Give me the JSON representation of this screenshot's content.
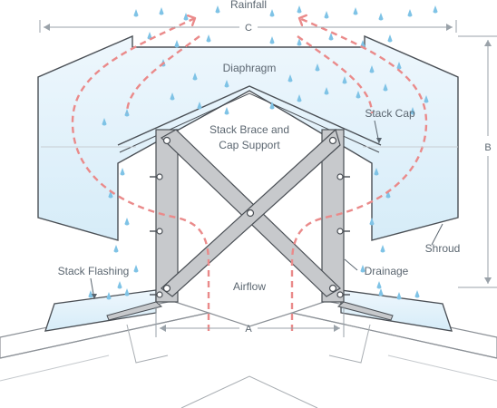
{
  "labels": {
    "rainfall": "Rainfall",
    "dim_c": "C",
    "diaphragm": "Diaphragm",
    "stack_brace_line1": "Stack Brace and",
    "stack_brace_line2": "Cap Support",
    "stack_cap": "Stack Cap",
    "dim_b": "B",
    "shroud": "Shroud",
    "stack_flashing": "Stack Flashing",
    "drainage": "Drainage",
    "airflow": "Airflow",
    "dim_a": "A"
  },
  "colors": {
    "sky_blue": "#dbeef9",
    "raindrop": "#7fc3e6",
    "airflow": "#ea8a8a",
    "metal": "#c7c9cc",
    "outline": "#4a4f55",
    "dimension": "#9aa2a9",
    "text": "#5b6670"
  },
  "icons": {
    "raindrop": "raindrop-icon",
    "airflow_arrow": "airflow-arrow-icon",
    "bolt": "bolt-icon"
  }
}
